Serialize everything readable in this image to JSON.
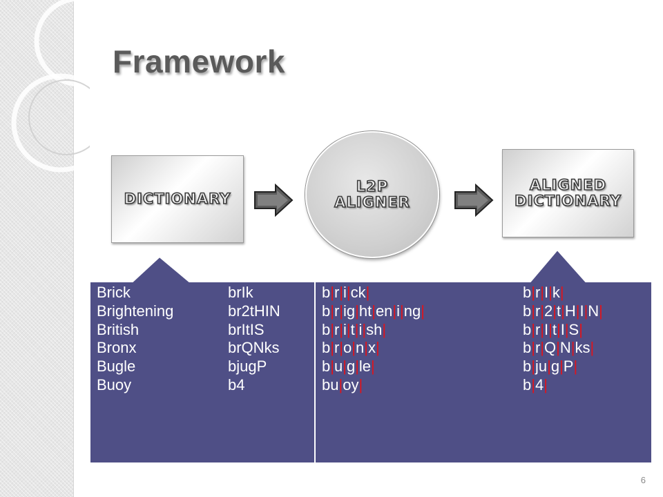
{
  "slide": {
    "title": "Framework",
    "page_number": "6"
  },
  "flow": {
    "dictionary_label": "Dictionary",
    "aligner_label": "L2P Aligner",
    "aligned_label": "Aligned Dictionary"
  },
  "dictionary_entries": [
    {
      "word": "Brick",
      "pron": "brIk"
    },
    {
      "word": "Brightening",
      "pron": "br2tHIN"
    },
    {
      "word": "British",
      "pron": "brItIS"
    },
    {
      "word": "Bronx",
      "pron": "brQNks"
    },
    {
      "word": "Bugle",
      "pron": "bjugP"
    },
    {
      "word": "Buoy",
      "pron": "b4"
    }
  ],
  "aligned_entries": [
    {
      "letters": [
        "b",
        "r",
        "i",
        "ck"
      ],
      "phonemes": [
        "b",
        "r",
        "I",
        "k"
      ]
    },
    {
      "letters": [
        "b",
        "r",
        "ig",
        "ht",
        "en",
        "i",
        "ng"
      ],
      "phonemes": [
        "b",
        "r",
        "2",
        "t",
        "H",
        "I",
        "N"
      ]
    },
    {
      "letters": [
        "b",
        "r",
        "i",
        "t",
        "i",
        "sh"
      ],
      "phonemes": [
        "b",
        "r",
        "I",
        "t",
        "I",
        "S"
      ]
    },
    {
      "letters": [
        "b",
        "r",
        "o",
        "n",
        "x"
      ],
      "phonemes": [
        "b",
        "r",
        "Q",
        "N",
        "ks"
      ]
    },
    {
      "letters": [
        "b",
        "u",
        "g",
        "le"
      ],
      "phonemes": [
        "b",
        "ju",
        "g",
        "P"
      ]
    },
    {
      "letters": [
        "bu",
        "oy"
      ],
      "phonemes": [
        "b",
        "4"
      ]
    }
  ],
  "separator": "|",
  "colors": {
    "panel_fill": "#4f4f86",
    "panel_border": "#ffffff",
    "separator": "#e0141c",
    "title": "#5a5a5a",
    "entry_text": "#ffffff"
  }
}
